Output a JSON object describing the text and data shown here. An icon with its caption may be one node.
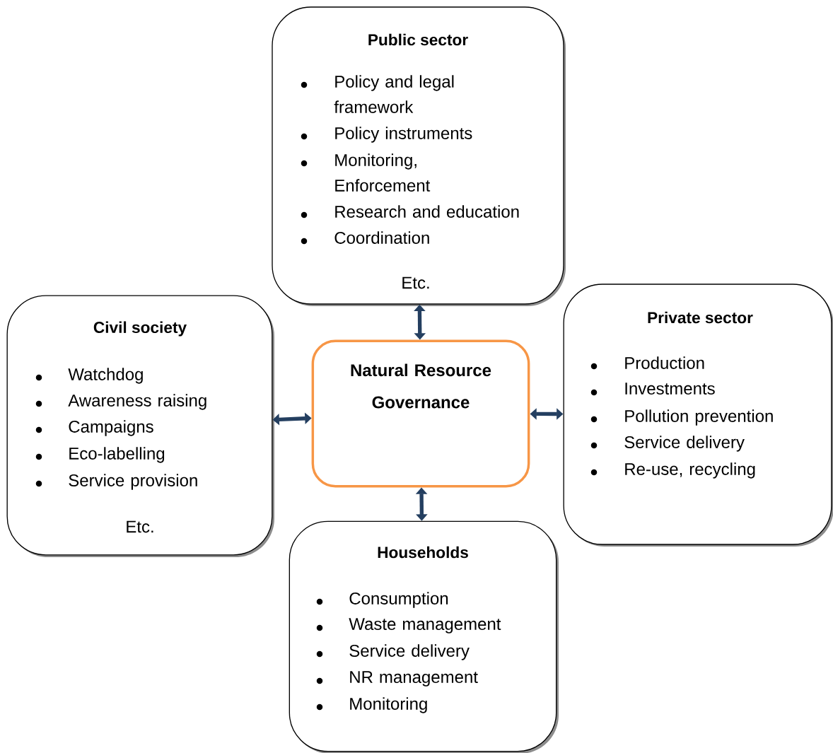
{
  "diagram": {
    "nodes": [
      {
        "text": [
          "Public sector",
          "Policy and legal framework",
          "Policy instruments",
          "Monitoring, Enforcement",
          "Research and education",
          "Coordination",
          "Etc."
        ]
      },
      {
        "text": [
          "Civil society",
          "Watchdog",
          "Awareness raising",
          "Campaigns",
          "Eco-labelling",
          "Service provision",
          "Etc."
        ]
      },
      {
        "text": [
          "Natural Resource Governance"
        ]
      },
      {
        "text": [
          "Private sector",
          "Production",
          "Investments",
          "Pollution prevention",
          "Service delivery",
          "Re-use, recycling"
        ]
      },
      {
        "text": [
          "Households",
          "Consumption",
          "Waste management",
          "Service delivery",
          "NR management",
          "Monitoring"
        ]
      }
    ],
    "edges": [
      {
        "from": 0,
        "to": 2,
        "arrow": "both"
      },
      {
        "from": 1,
        "to": 2,
        "arrow": "both"
      },
      {
        "from": 2,
        "to": 3,
        "arrow": "both"
      },
      {
        "from": 2,
        "to": 4,
        "arrow": "both"
      }
    ]
  }
}
